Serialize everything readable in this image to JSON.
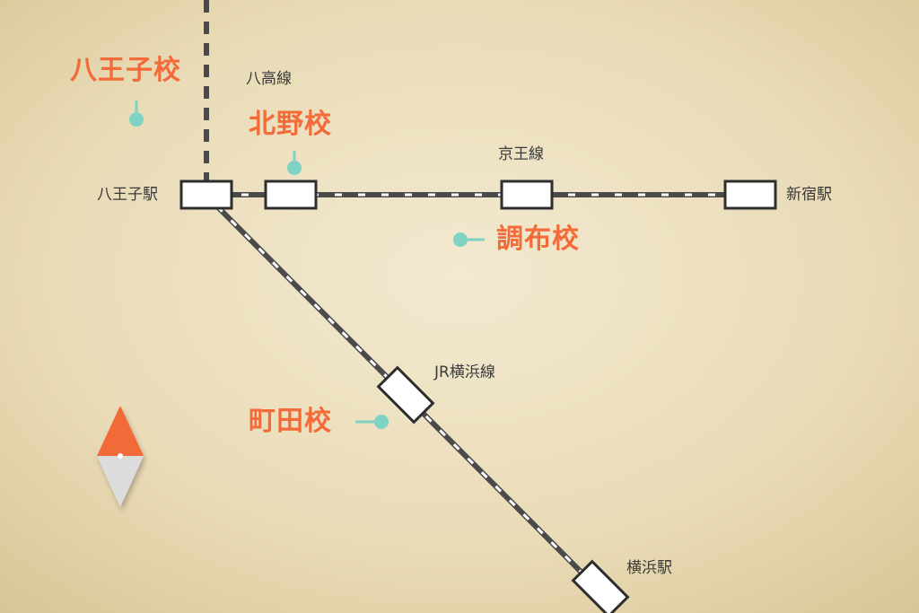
{
  "colors": {
    "campus": "#f26b38",
    "marker": "#7fd2c4",
    "track": "#4a4a4a",
    "track_gap": "#ffffff",
    "station_fill": "#ffffff",
    "station_stroke": "#2e2e2e",
    "compass_north": "#f26b38",
    "compass_south": "#dcdcdc"
  },
  "lines": {
    "hachiko": "八高線",
    "keio": "京王線",
    "jr_yokohama": "JR横浜線"
  },
  "stations": {
    "hachioji": "八王子駅",
    "shinjuku": "新宿駅",
    "yokohama": "横浜駅"
  },
  "campuses": {
    "hachioji": "八王子校",
    "kitano": "北野校",
    "chofu": "調布校",
    "machida": "町田校"
  },
  "icons": {
    "compass": "compass-icon",
    "campus_marker": "pin-marker-icon"
  }
}
